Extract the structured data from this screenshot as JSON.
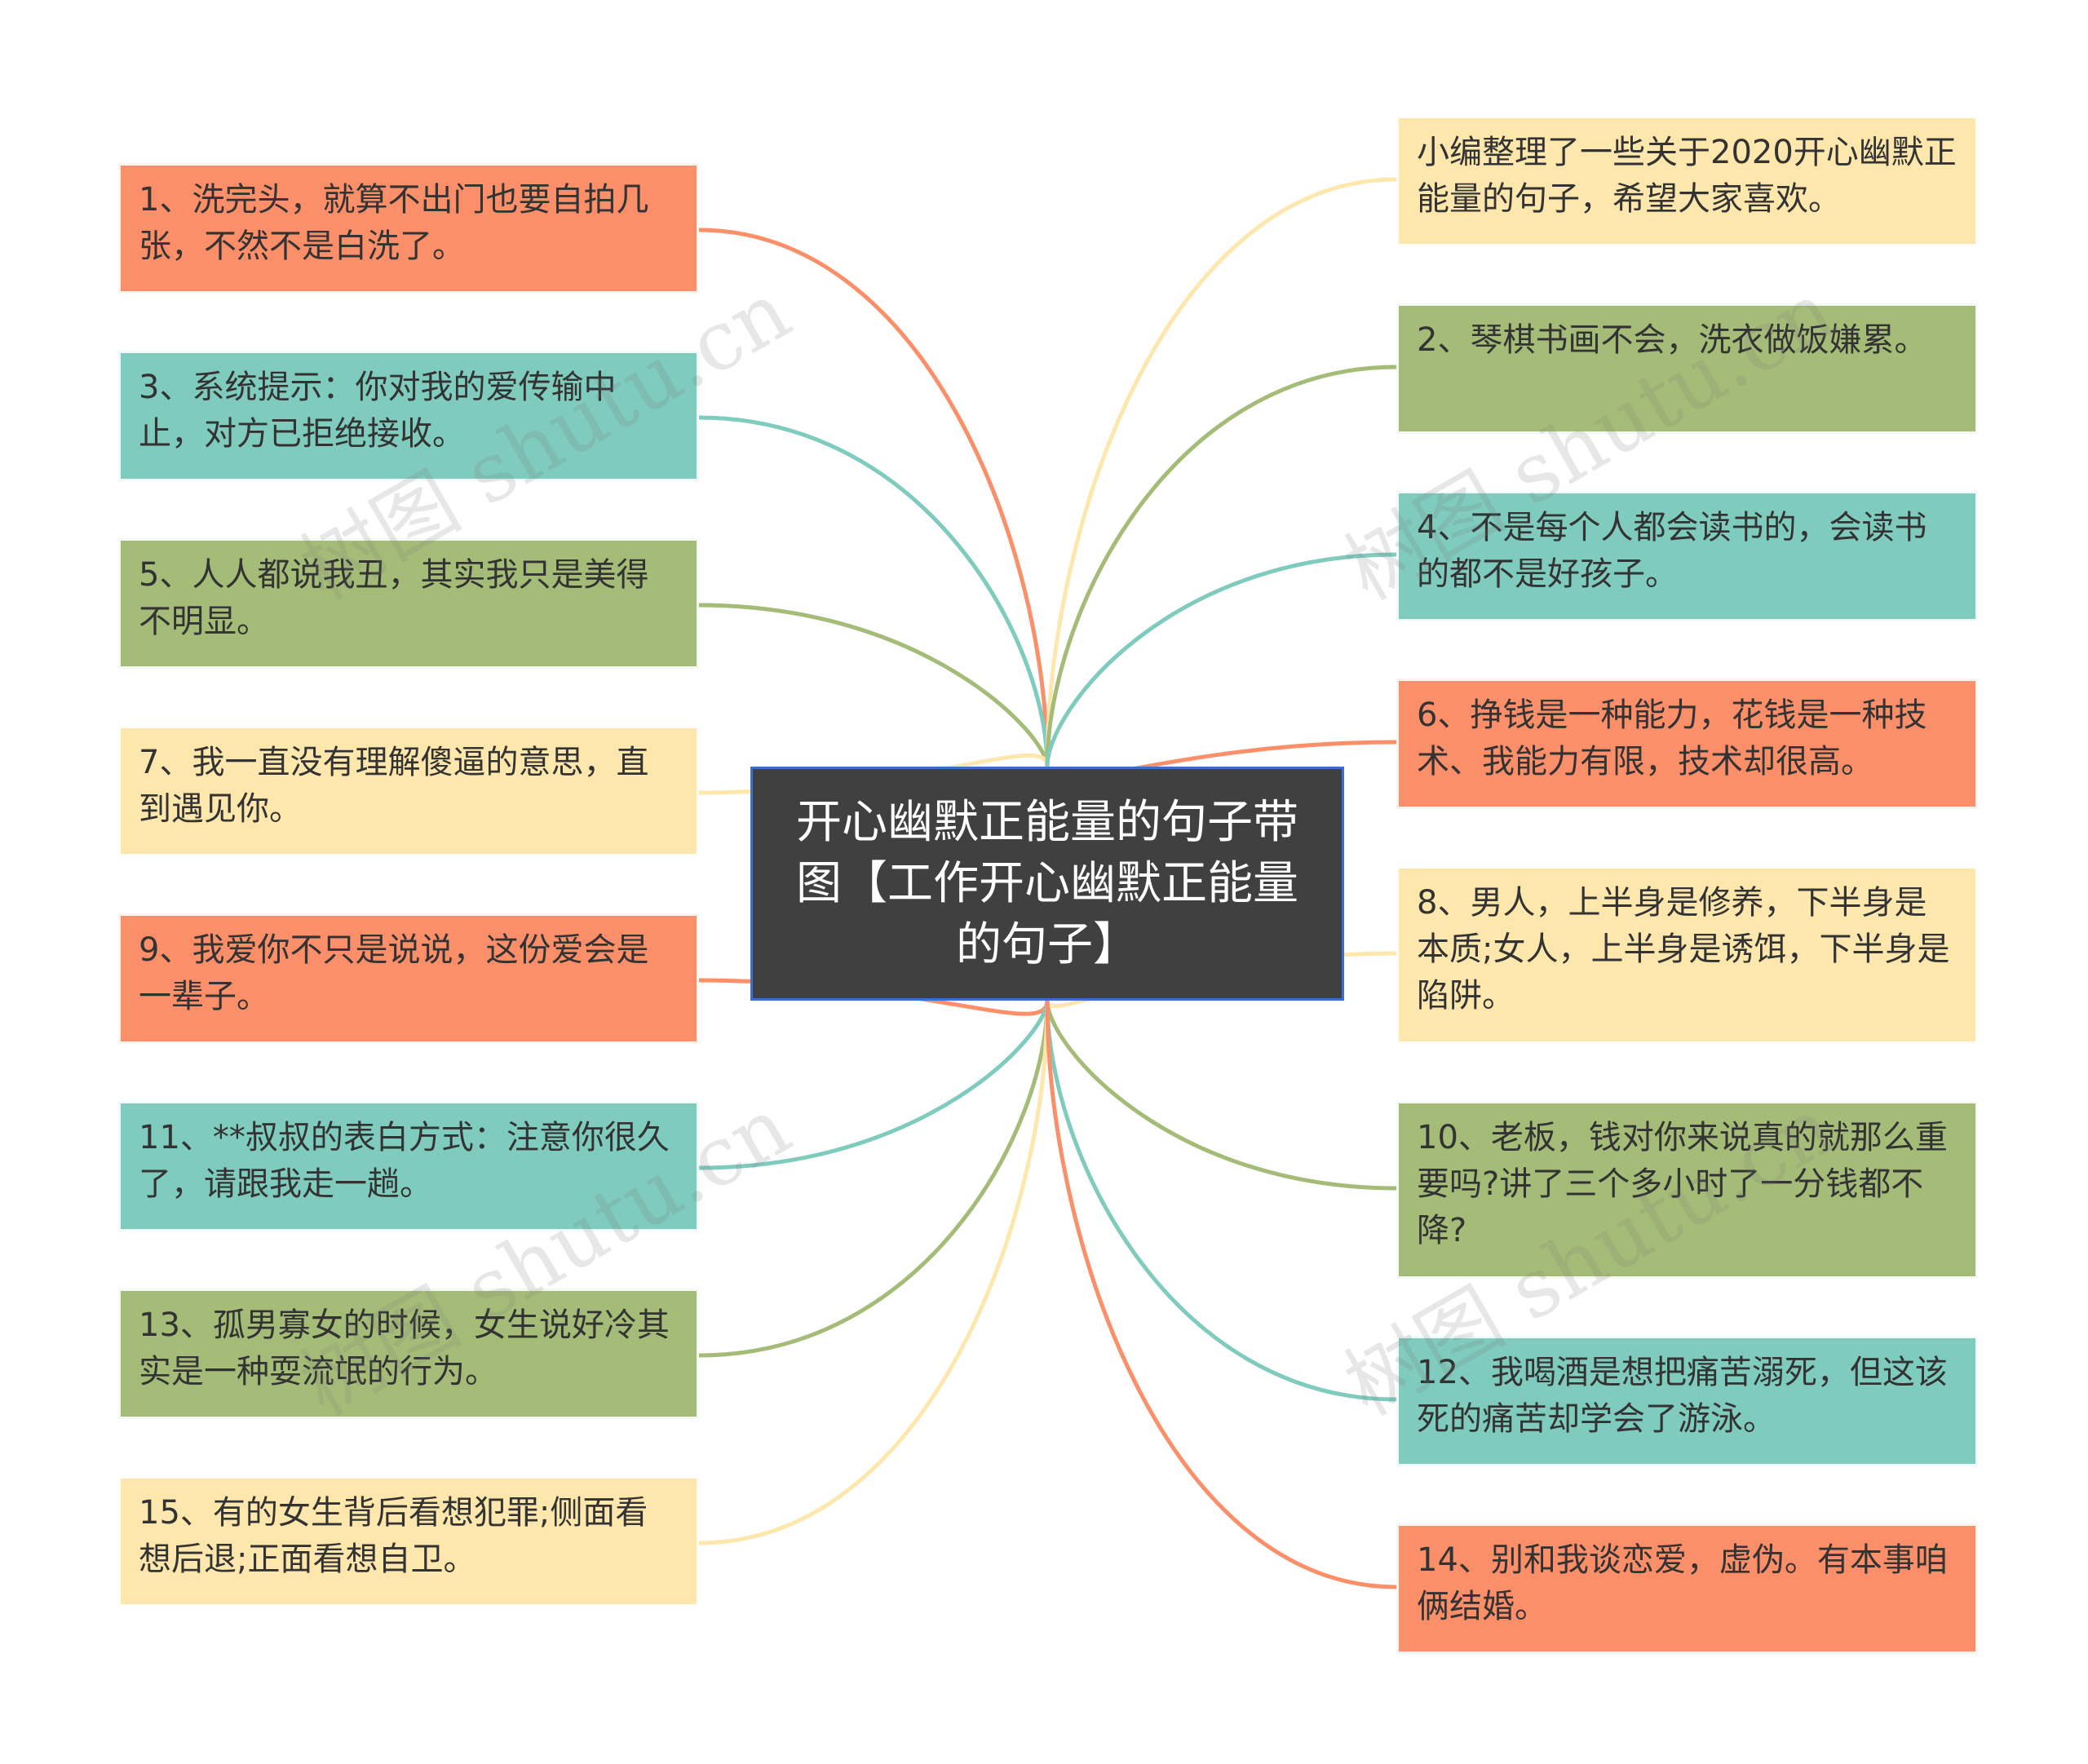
{
  "central": {
    "text": "开心幽默正能量的句子带图【工作开心幽默正能量的句子】"
  },
  "colors": {
    "orange": "#fb8f69",
    "teal": "#7fcbbd",
    "green": "#a4bc77",
    "yellow": "#fde7ad"
  },
  "left_nodes": [
    {
      "text": "1、洗完头，就算不出门也要自拍几张，不然不是白洗了。",
      "color": "orange"
    },
    {
      "text": "3、系统提示：你对我的爱传输中止，对方已拒绝接收。",
      "color": "teal"
    },
    {
      "text": "5、人人都说我丑，其实我只是美得不明显。",
      "color": "green"
    },
    {
      "text": "7、我一直没有理解傻逼的意思，直到遇见你。",
      "color": "yellow"
    },
    {
      "text": "9、我爱你不只是说说，这份爱会是一辈子。",
      "color": "orange"
    },
    {
      "text": "11、**叔叔的表白方式：注意你很久了，请跟我走一趟。",
      "color": "teal"
    },
    {
      "text": "13、孤男寡女的时候，女生说好冷其实是一种耍流氓的行为。",
      "color": "green"
    },
    {
      "text": "15、有的女生背后看想犯罪;侧面看想后退;正面看想自卫。",
      "color": "yellow"
    }
  ],
  "right_nodes": [
    {
      "text": "小编整理了一些关于2020开心幽默正能量的句子，希望大家喜欢。",
      "color": "yellow"
    },
    {
      "text": "2、琴棋书画不会，洗衣做饭嫌累。",
      "color": "green"
    },
    {
      "text": "4、不是每个人都会读书的，会读书的都不是好孩子。",
      "color": "teal"
    },
    {
      "text": "6、挣钱是一种能力，花钱是一种技术、我能力有限，技术却很高。",
      "color": "orange"
    },
    {
      "text": "8、男人，上半身是修养，下半身是本质;女人，上半身是诱饵，下半身是陷阱。",
      "color": "yellow"
    },
    {
      "text": "10、老板，钱对你来说真的就那么重要吗?讲了三个多小时了一分钱都不降?",
      "color": "green"
    },
    {
      "text": "12、我喝酒是想把痛苦溺死，但这该死的痛苦却学会了游泳。",
      "color": "teal"
    },
    {
      "text": "14、别和我谈恋爱，虚伪。有本事咱俩结婚。",
      "color": "orange"
    }
  ],
  "watermark": {
    "text": "树图 shutu.cn"
  }
}
